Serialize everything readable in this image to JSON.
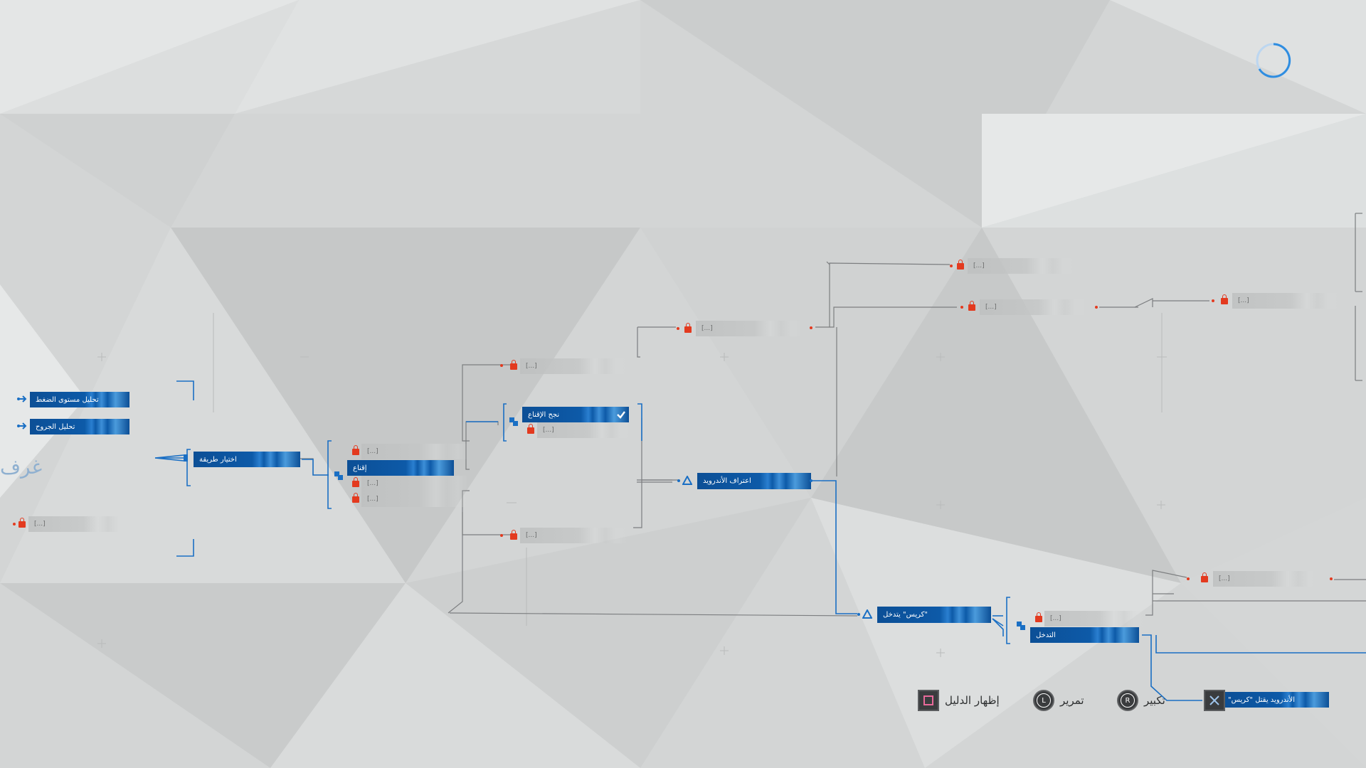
{
  "colors": {
    "accent": "#0d5aa8",
    "wire_active": "#1a6fc4",
    "wire_inactive": "#7c7e80",
    "lock": "#e33a1f",
    "check_ok": "#ffffff"
  },
  "side_label": "غرف",
  "nodes": {
    "stress_analysis": "تحليل مستوى الضغط",
    "wound_analysis": "تحليل الجروح",
    "choose_method": "اختيار طريقة",
    "persuade": "إقناع",
    "persuasion_success": "نجح الإقناع",
    "android_confession": "اعتراف الأندرويد",
    "chris_intervenes": "\"كريس\" يتدخل",
    "intervention": "التدخل",
    "android_kills_chris": "الأندرويد يقتل \"كريس\"",
    "locked_placeholder": "[...]"
  },
  "footer": {
    "show_guide": "إظهار الدليل",
    "scroll": "تمرير",
    "zoom": "تكبير",
    "stick_left_glyph": "L",
    "stick_right_glyph": "R"
  },
  "icons": {
    "loading": "loading-ring-icon",
    "lock": "lock-icon",
    "square_button": "square-button-icon",
    "cross_button": "cross-button-icon",
    "triangle": "triangle-icon",
    "checkmark": "checkmark-icon",
    "arrow": "arrow-right-icon",
    "branch": "branch-icon"
  }
}
